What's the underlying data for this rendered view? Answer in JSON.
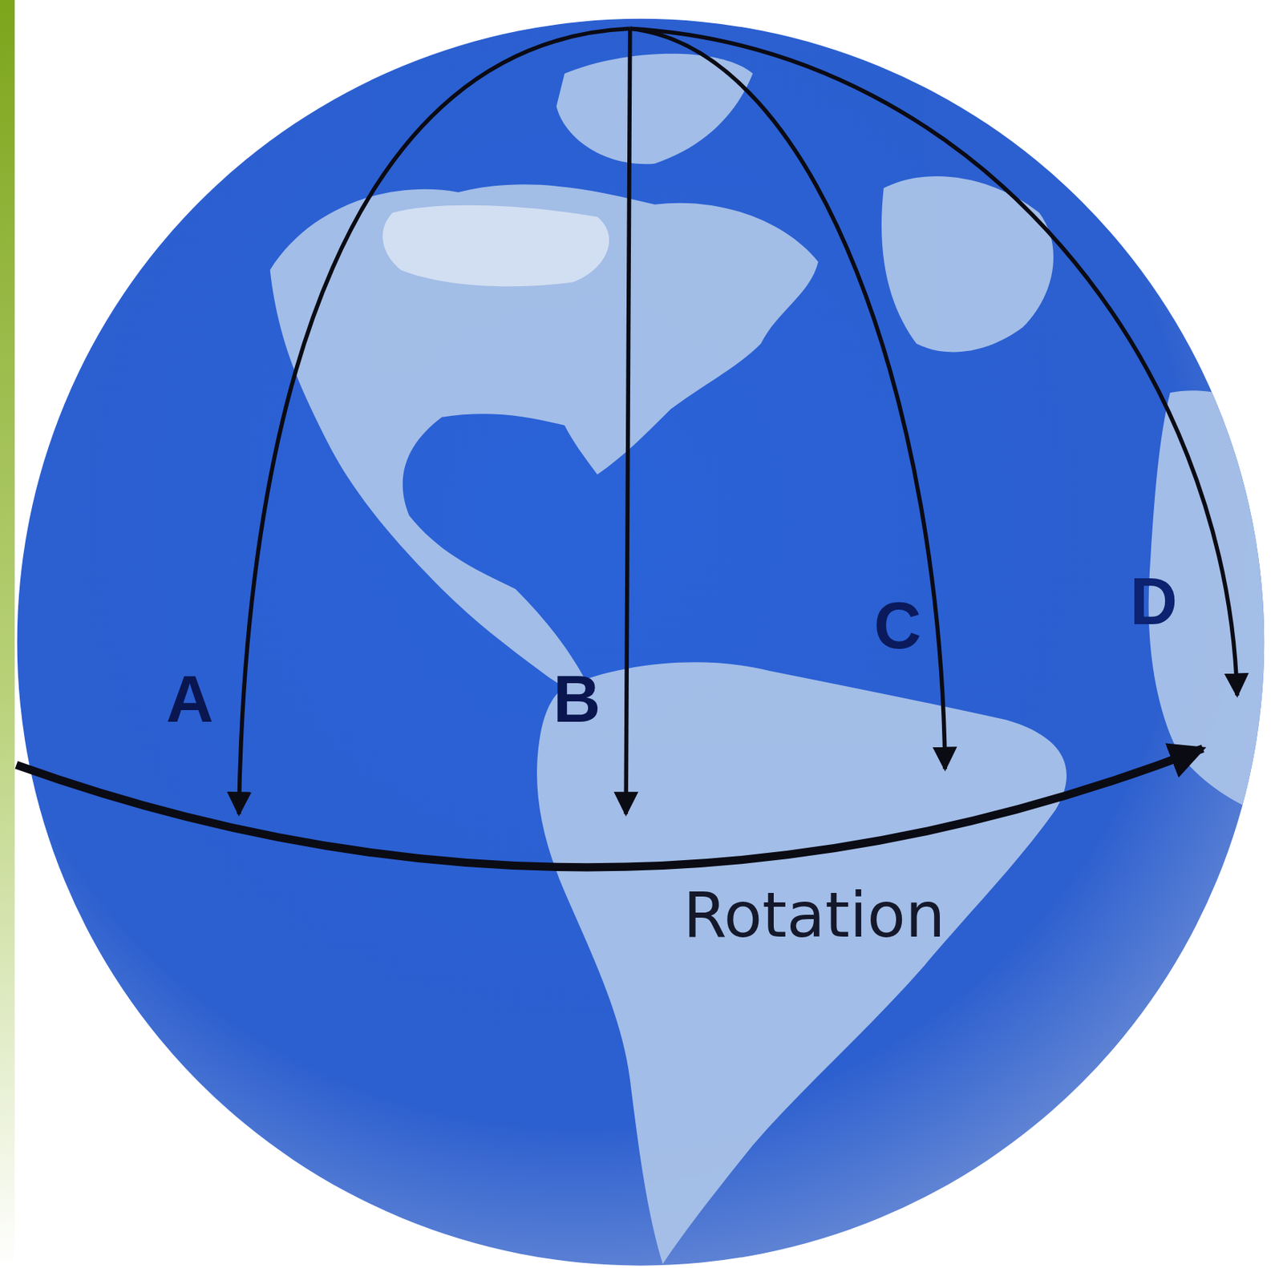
{
  "diagram": {
    "labels": [
      "A",
      "B",
      "C",
      "D",
      "Rotation"
    ]
  }
}
